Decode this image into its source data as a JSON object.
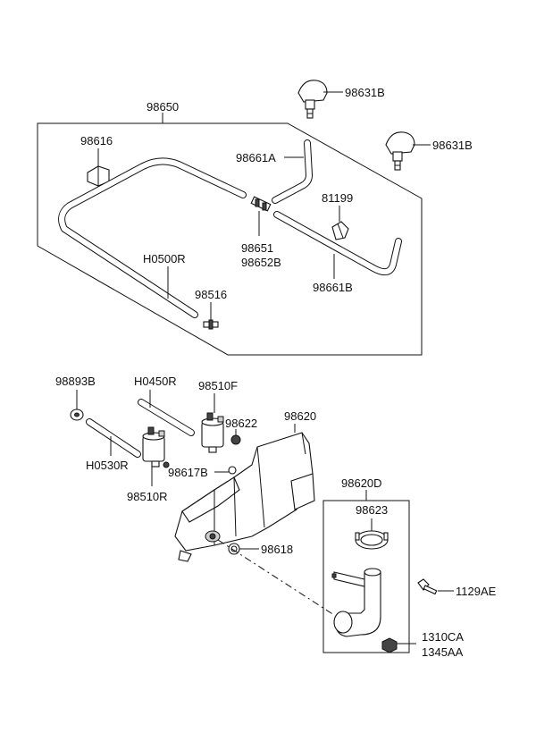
{
  "labels": {
    "p98631B_a": "98631B",
    "p98631B_b": "98631B",
    "p98650": "98650",
    "p98616": "98616",
    "p98661A": "98661A",
    "p81199": "81199",
    "p98651": "98651",
    "p98652B": "98652B",
    "pH0500R": "H0500R",
    "p98661B": "98661B",
    "p98516": "98516",
    "p98893B": "98893B",
    "pH0450R": "H0450R",
    "p98510F": "98510F",
    "p98620": "98620",
    "p98622": "98622",
    "pH0530R": "H0530R",
    "p98617B": "98617B",
    "p98510R": "98510R",
    "p98620D": "98620D",
    "p98623": "98623",
    "p98618": "98618",
    "p1129AE": "1129AE",
    "p1310CA": "1310CA",
    "p1345AA": "1345AA"
  },
  "icons": {
    "nozzle": "washer-nozzle-icon",
    "pump": "washer-pump-icon",
    "reservoir": "washer-reservoir-icon",
    "bolt": "bolt-icon"
  }
}
